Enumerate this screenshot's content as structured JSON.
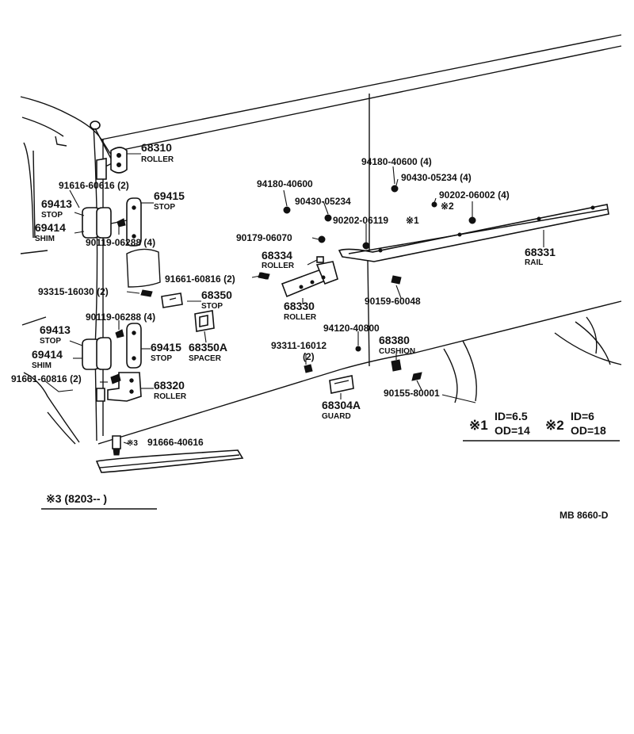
{
  "diagram": {
    "callouts": [
      {
        "key": "p68310",
        "text": "68310"
      },
      {
        "key": "n68310",
        "text": "ROLLER"
      },
      {
        "key": "p91616",
        "text": "91616-60616 (2)"
      },
      {
        "key": "p69415a",
        "text": "69415"
      },
      {
        "key": "n69415a",
        "text": "STOP"
      },
      {
        "key": "p69413a",
        "text": "69413"
      },
      {
        "key": "n69413a",
        "text": "STOP"
      },
      {
        "key": "p69414a",
        "text": "69414"
      },
      {
        "key": "n69414a",
        "text": "SHIM"
      },
      {
        "key": "p90119a",
        "text": "90119-06288 (4)"
      },
      {
        "key": "p93315",
        "text": "93315-16030 (2)"
      },
      {
        "key": "p90119b",
        "text": "90119-06288 (4)"
      },
      {
        "key": "p69413b",
        "text": "69413"
      },
      {
        "key": "n69413b",
        "text": "STOP"
      },
      {
        "key": "p69414b",
        "text": "69414"
      },
      {
        "key": "n69414b",
        "text": "SHIM"
      },
      {
        "key": "p69415b",
        "text": "69415"
      },
      {
        "key": "n69415b",
        "text": "STOP"
      },
      {
        "key": "p91661b",
        "text": "91661-60816 (2)"
      },
      {
        "key": "p68320",
        "text": "68320"
      },
      {
        "key": "n68320",
        "text": "ROLLER"
      },
      {
        "key": "p91666",
        "text": "91666-40616"
      },
      {
        "key": "p94180a",
        "text": "94180-40600"
      },
      {
        "key": "p90430a",
        "text": "90430-05234"
      },
      {
        "key": "p90202a",
        "text": "90202-06119"
      },
      {
        "key": "p90179",
        "text": "90179-06070"
      },
      {
        "key": "p68334",
        "text": "68334"
      },
      {
        "key": "n68334",
        "text": "ROLLER"
      },
      {
        "key": "p91661a",
        "text": "91661-60816 (2)"
      },
      {
        "key": "p68350",
        "text": "68350"
      },
      {
        "key": "n68350",
        "text": "STOP"
      },
      {
        "key": "p68330",
        "text": "68330"
      },
      {
        "key": "n68330",
        "text": "ROLLER"
      },
      {
        "key": "p68350A",
        "text": "68350A"
      },
      {
        "key": "n68350A",
        "text": "SPACER"
      },
      {
        "key": "p94180b",
        "text": "94180-40600 (4)"
      },
      {
        "key": "p90430b",
        "text": "90430-05234 (4)"
      },
      {
        "key": "p90202b",
        "text": "90202-06002 (4)"
      },
      {
        "key": "p68331",
        "text": "68331"
      },
      {
        "key": "n68331",
        "text": "RAIL"
      },
      {
        "key": "p90159",
        "text": "90159-60048"
      },
      {
        "key": "p94120",
        "text": "94120-40800"
      },
      {
        "key": "p68380",
        "text": "68380"
      },
      {
        "key": "n68380",
        "text": "CUSHION"
      },
      {
        "key": "p93311",
        "text": "93311-16012"
      },
      {
        "key": "q93311",
        "text": "(2)"
      },
      {
        "key": "p90155",
        "text": "90155-80001"
      },
      {
        "key": "p68304A",
        "text": "68304A"
      },
      {
        "key": "n68304A",
        "text": "GUARD"
      }
    ],
    "marks": {
      "m1": "※1",
      "m2": "※2",
      "m3": "※3"
    },
    "notes": {
      "k1_sym": "※1",
      "k1_id": "ID=6.5",
      "k1_od": "OD=14",
      "k2_sym": "※2",
      "k2_id": "ID=6",
      "k2_od": "OD=18",
      "k3": "※3 (8203--        )"
    },
    "code": "MB  8660-D"
  }
}
